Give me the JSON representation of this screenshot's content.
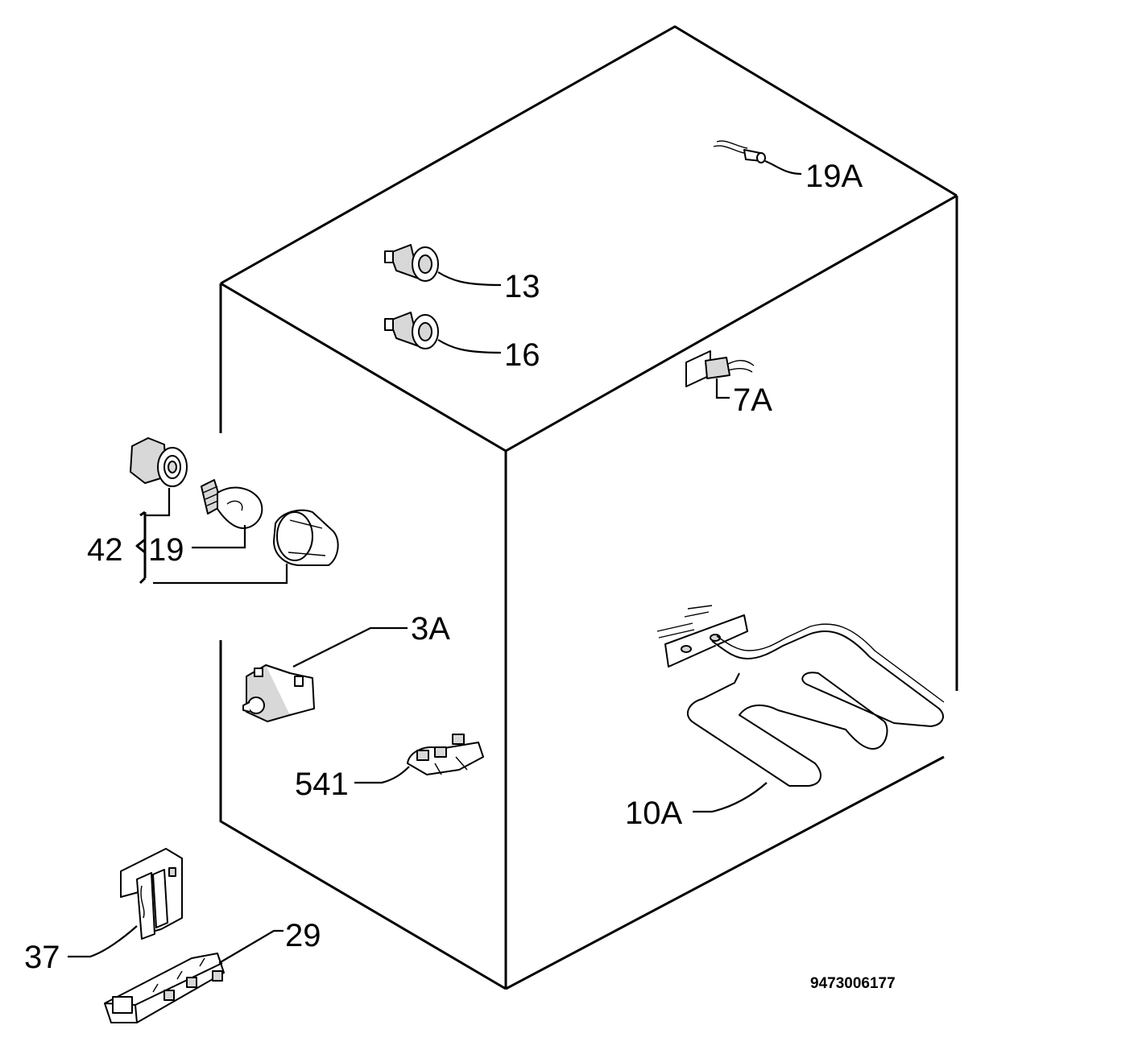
{
  "document_number": "9473006177",
  "callouts": {
    "p19a": "19A",
    "p13": "13",
    "p16": "16",
    "p7a": "7A",
    "p42": "42",
    "p19": "19",
    "p3a": "3A",
    "p541": "541",
    "p10a": "10A",
    "p37": "37",
    "p29": "29"
  }
}
